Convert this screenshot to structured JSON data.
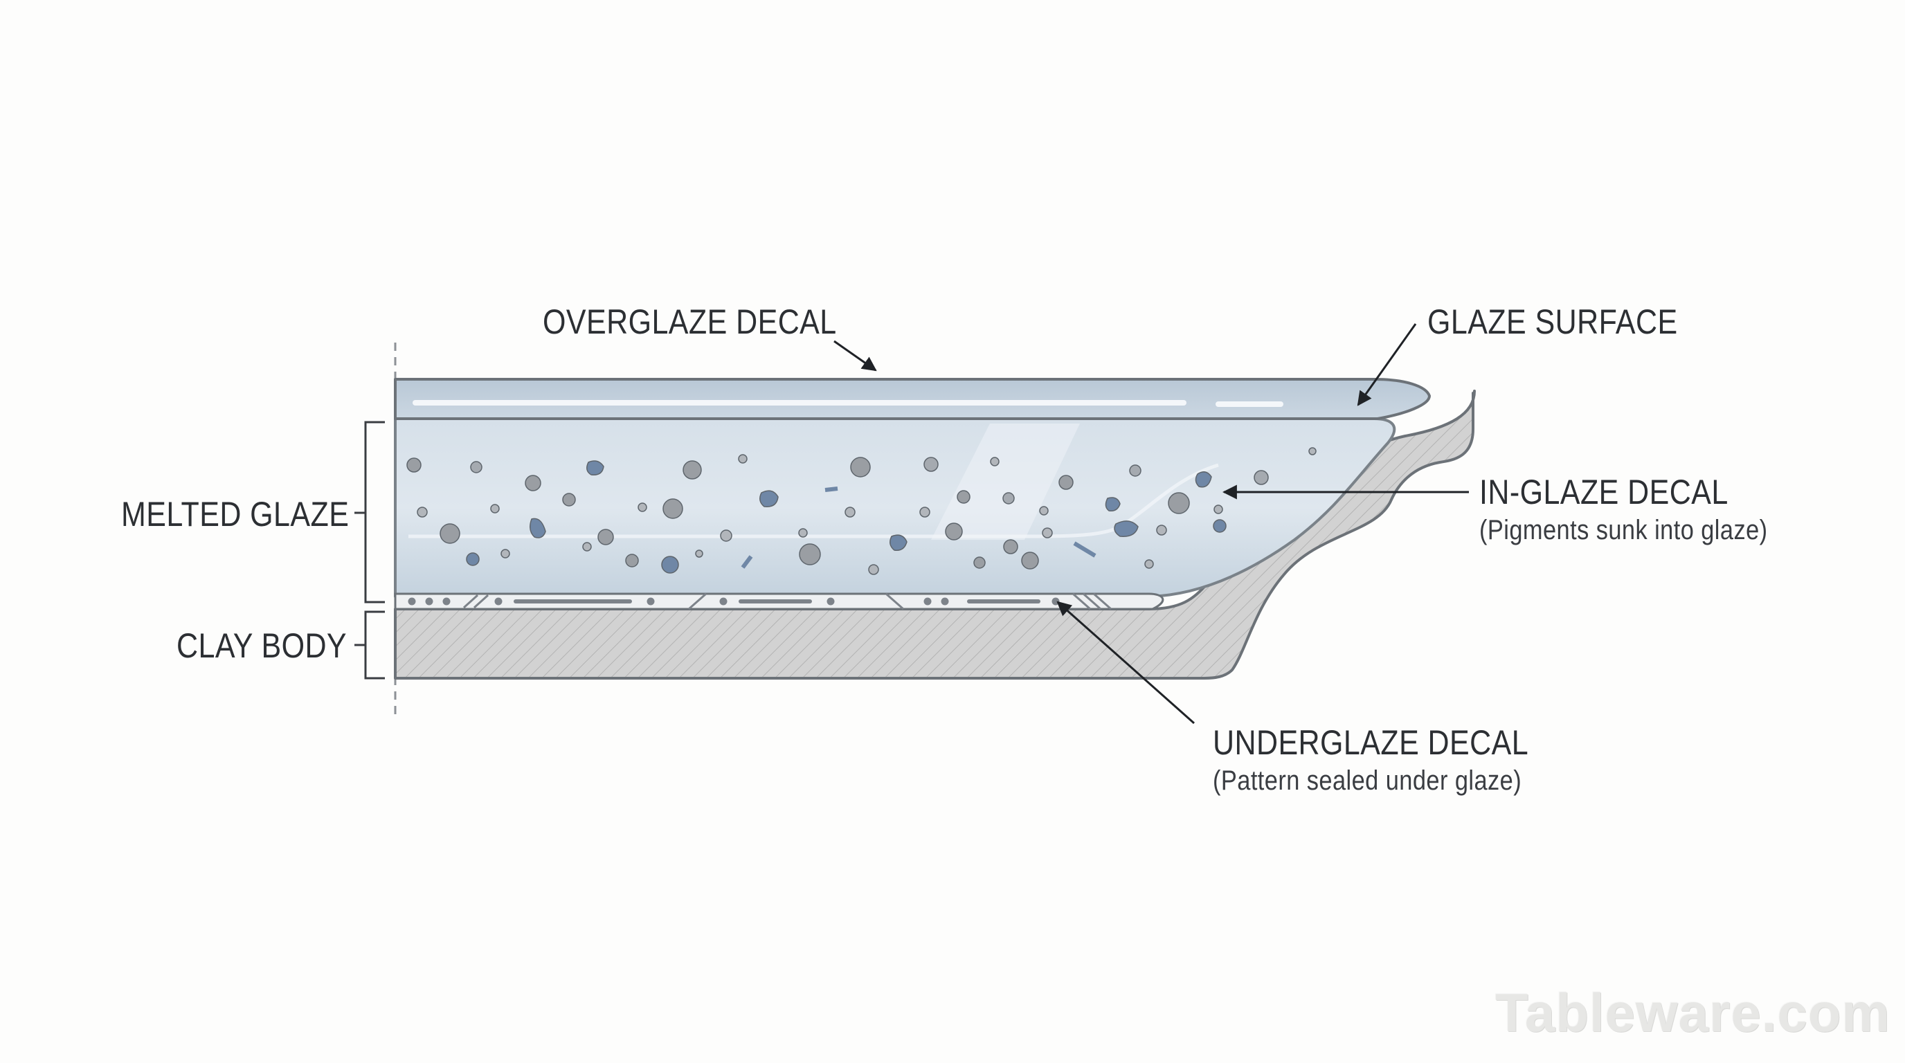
{
  "labels": {
    "overglaze": "OVERGLAZE DECAL",
    "glaze_surface": "GLAZE SURFACE",
    "melted_glaze": "MELTED GLAZE",
    "in_glaze": "IN-GLAZE DECAL",
    "in_glaze_note": "(Pigments sunk into glaze)",
    "clay_body": "CLAY BODY",
    "underglaze": "UNDERGLAZE DECAL",
    "underglaze_note": "(Pattern sealed under glaze)"
  },
  "watermark": "Tableware.com",
  "colors": {
    "clay": "#cfcfcf",
    "glaze": "#cbd8e3",
    "outline": "#6c7278",
    "label": "#2c2f33",
    "pigment_blue": "#6f87a6",
    "pigment_gray": "#9a9ea3"
  }
}
